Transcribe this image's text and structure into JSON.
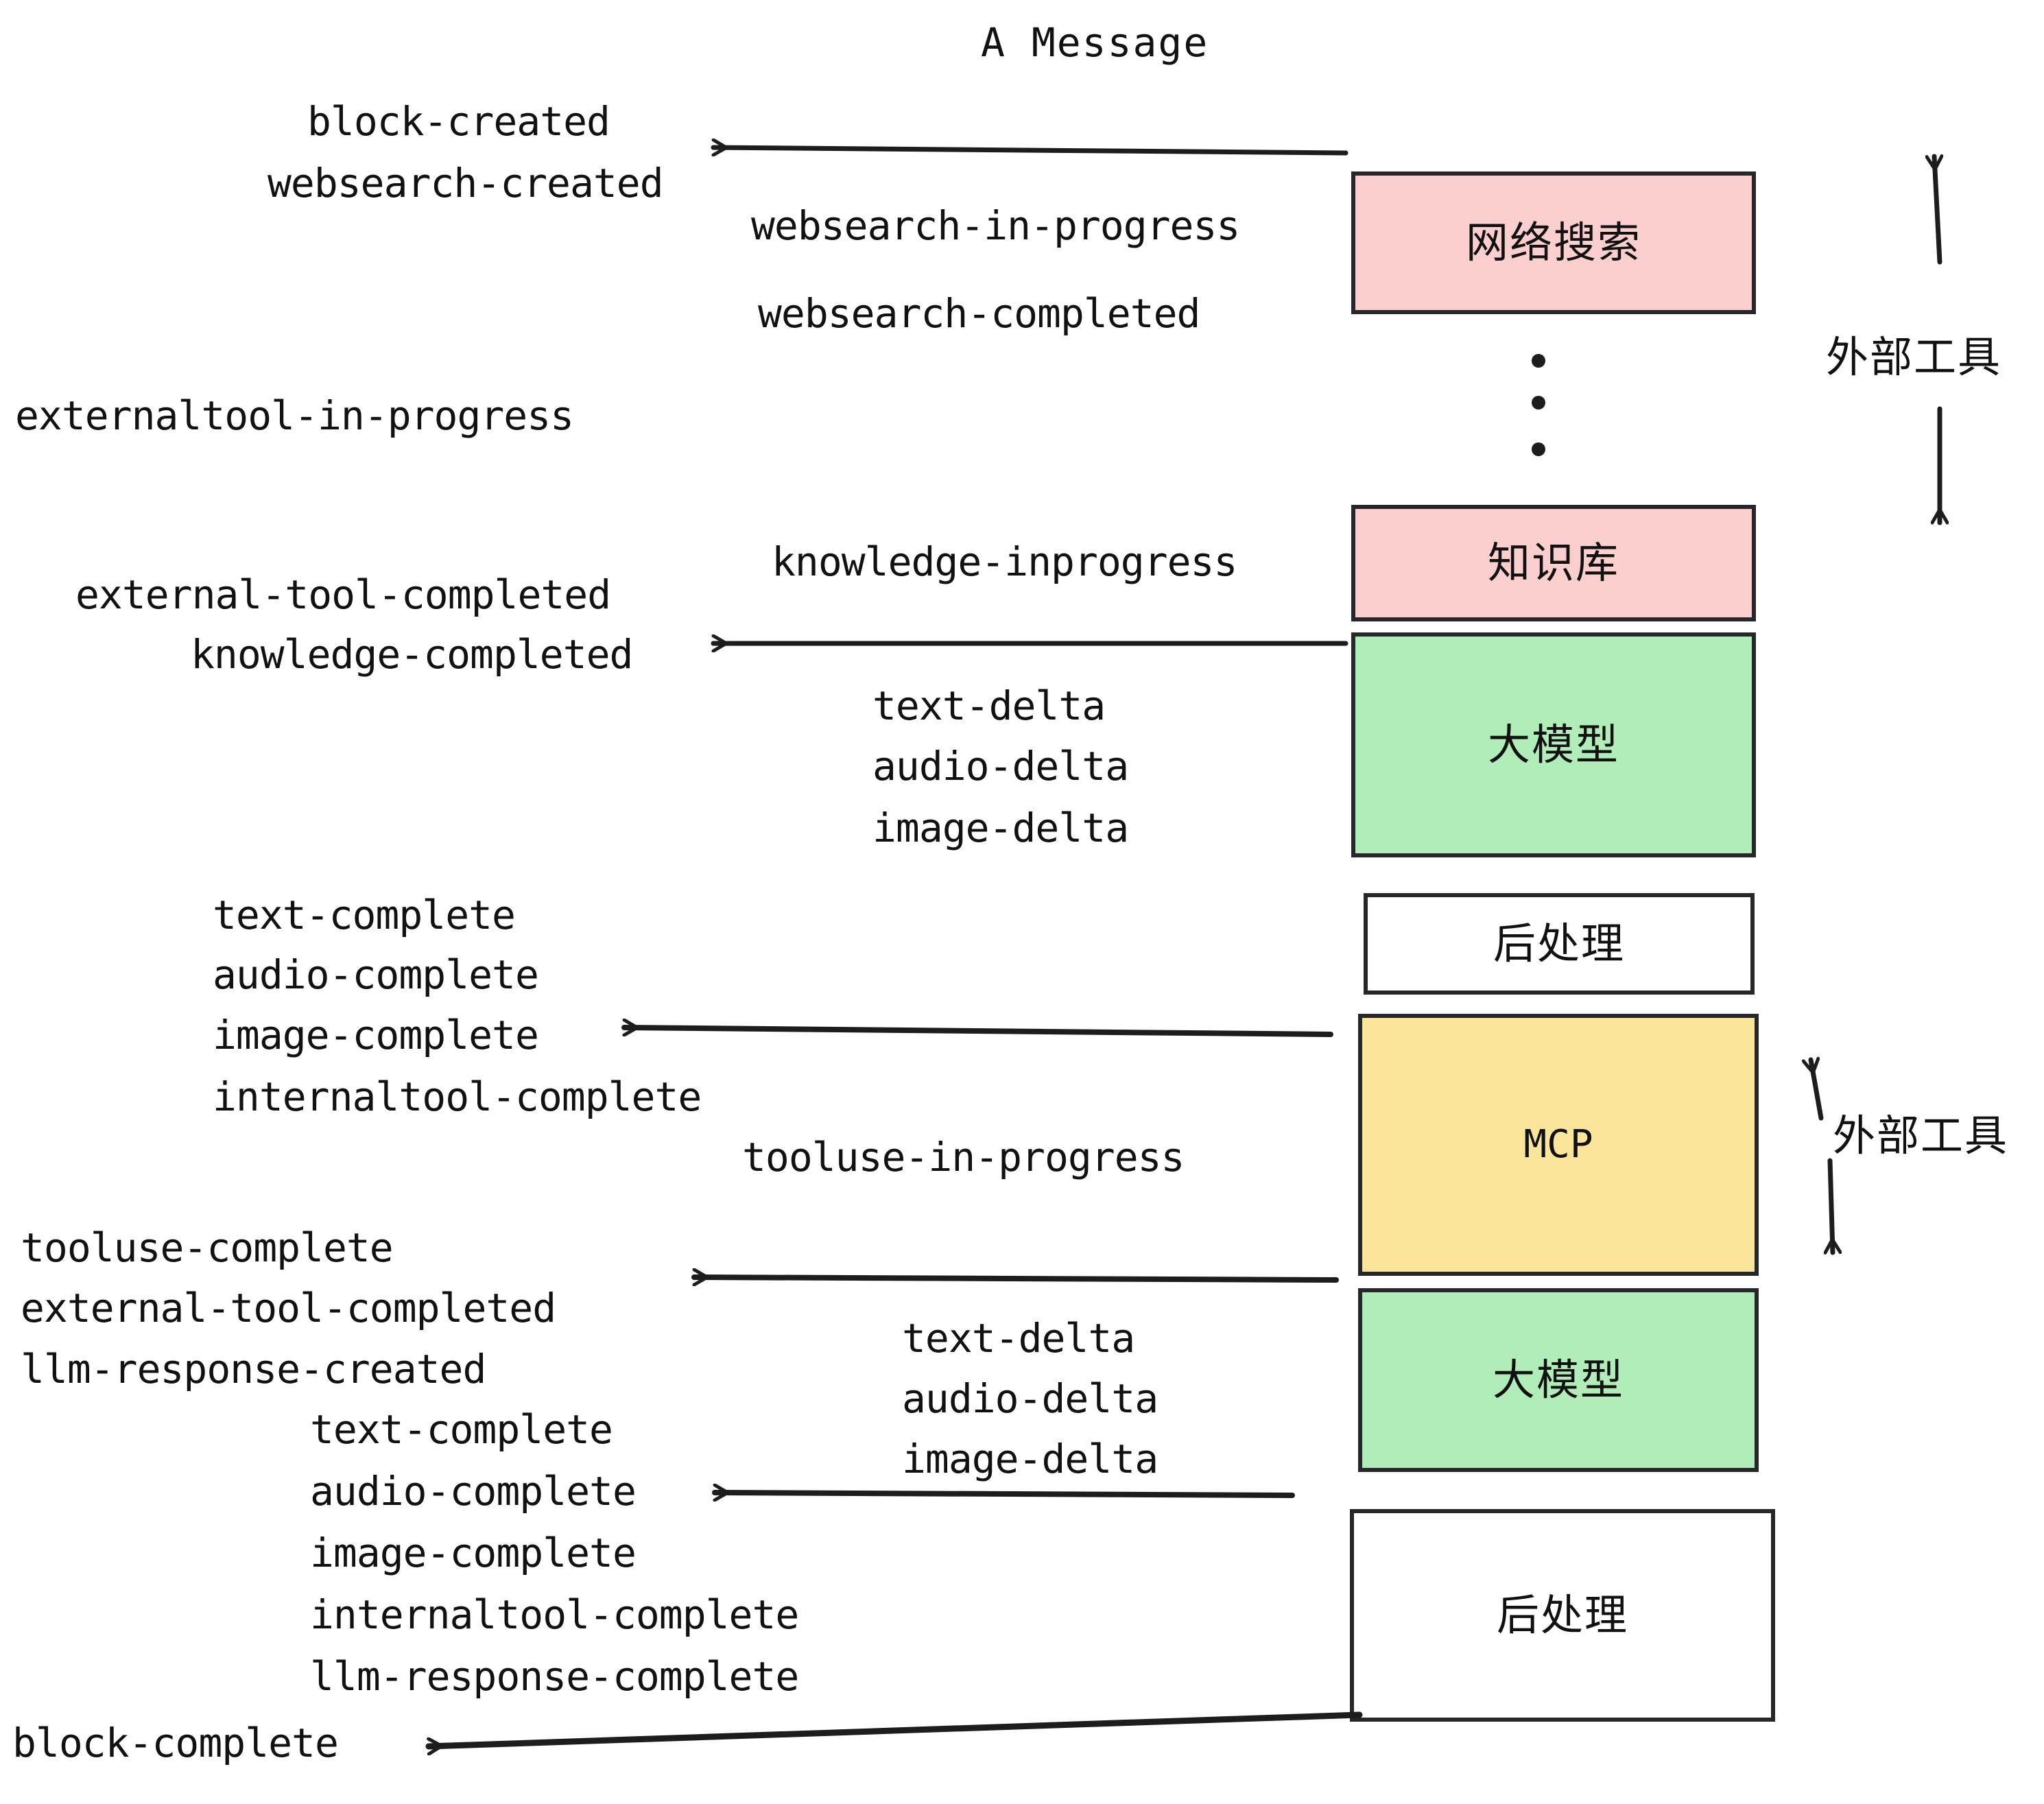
{
  "diagram": {
    "title": "A Message",
    "colors": {
      "external_tool_fill": "#fccfcf",
      "llm_fill": "#b0edb8",
      "mcp_fill": "#fae59a",
      "postprocess_fill": "#ffffff",
      "stroke": "#26272b",
      "text": "#111111",
      "background": "#ffffff"
    },
    "boxes": [
      {
        "id": "websearch",
        "label": "网络搜索",
        "fill": "#fccfcf",
        "mono": false
      },
      {
        "id": "knowledge",
        "label": "知识库",
        "fill": "#fccfcf",
        "mono": false
      },
      {
        "id": "llm-1",
        "label": "大模型",
        "fill": "#b0edb8",
        "mono": false
      },
      {
        "id": "postprocess-1",
        "label": "后处理",
        "fill": "#ffffff",
        "mono": false
      },
      {
        "id": "mcp",
        "label": "MCP",
        "fill": "#fae59a",
        "mono": true
      },
      {
        "id": "llm-2",
        "label": "大模型",
        "fill": "#b0edb8",
        "mono": false
      },
      {
        "id": "postprocess-2",
        "label": "后处理",
        "fill": "#ffffff",
        "mono": false
      }
    ],
    "side_labels": [
      {
        "id": "external-tool-top",
        "label": "外部工具"
      },
      {
        "id": "external-tool-bottom",
        "label": "外部工具"
      }
    ],
    "events": [
      {
        "id": "e01",
        "label": "block-created"
      },
      {
        "id": "e02",
        "label": "websearch-created"
      },
      {
        "id": "e03",
        "label": "websearch-in-progress"
      },
      {
        "id": "e04",
        "label": "websearch-completed"
      },
      {
        "id": "e05",
        "label": "externaltool-in-progress"
      },
      {
        "id": "e06",
        "label": "knowledge-inprogress"
      },
      {
        "id": "e07",
        "label": "external-tool-completed"
      },
      {
        "id": "e08",
        "label": "knowledge-completed"
      },
      {
        "id": "e09",
        "label": "text-delta"
      },
      {
        "id": "e10",
        "label": "audio-delta"
      },
      {
        "id": "e11",
        "label": "image-delta"
      },
      {
        "id": "e12",
        "label": "text-complete"
      },
      {
        "id": "e13",
        "label": "audio-complete"
      },
      {
        "id": "e14",
        "label": "image-complete"
      },
      {
        "id": "e15",
        "label": "internaltool-complete"
      },
      {
        "id": "e16",
        "label": "tooluse-in-progress"
      },
      {
        "id": "e17",
        "label": "tooluse-complete"
      },
      {
        "id": "e18",
        "label": "external-tool-completed"
      },
      {
        "id": "e19",
        "label": "llm-response-created"
      },
      {
        "id": "e20",
        "label": "text-delta"
      },
      {
        "id": "e21",
        "label": "audio-delta"
      },
      {
        "id": "e22",
        "label": "image-delta"
      },
      {
        "id": "e23",
        "label": "text-complete"
      },
      {
        "id": "e24",
        "label": "audio-complete"
      },
      {
        "id": "e25",
        "label": "image-complete"
      },
      {
        "id": "e26",
        "label": "internaltool-complete"
      },
      {
        "id": "e27",
        "label": "llm-response-complete"
      },
      {
        "id": "e28",
        "label": "block-complete"
      }
    ],
    "ellipsis": {
      "id": "vertical-ellipsis",
      "dots": 3
    }
  }
}
